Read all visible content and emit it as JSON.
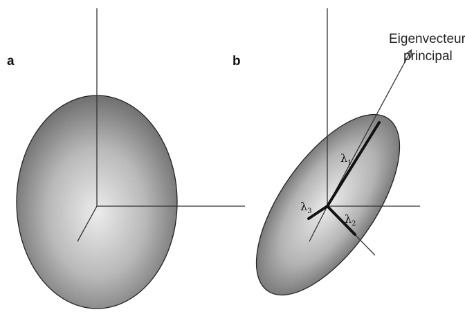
{
  "panels": {
    "a": {
      "label": "a"
    },
    "b": {
      "label": "b",
      "annotation_line1": "Eigenvecteur",
      "annotation_line2": "principal",
      "lambda1": {
        "symbol": "λ",
        "subscript": "1"
      },
      "lambda2": {
        "symbol": "λ",
        "subscript": "2"
      },
      "lambda3": {
        "symbol": "λ",
        "subscript": "3"
      }
    }
  },
  "colors": {
    "ellipsoid_center": "#ececec",
    "ellipsoid_edge": "#6f6f6f",
    "axis": "#333333",
    "eigen_axis": "#111111"
  }
}
